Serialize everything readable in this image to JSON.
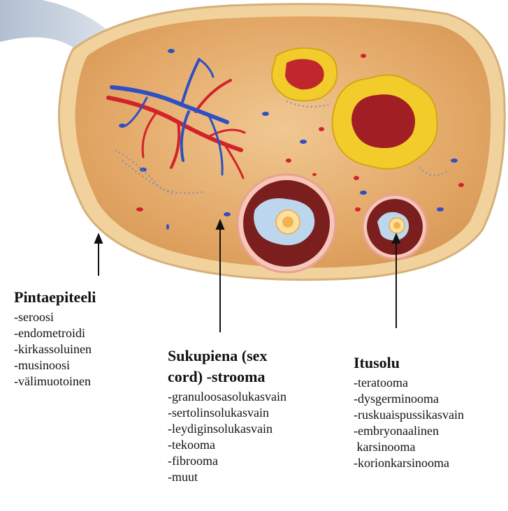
{
  "labels": {
    "pintaepiteeli": {
      "heading": "Pintaepiteeli",
      "items": [
        "-seroosi",
        "-endometroidi",
        "-kirkassoluinen",
        "-musinoosi",
        "-välimuotoinen"
      ]
    },
    "sukupiena": {
      "heading_line1": "Sukupiena (sex",
      "heading_line2": "cord) -strooma",
      "items": [
        "-granuloosasolukasvain",
        "-sertolinsolukasvain",
        "-leydiginsolukasvain",
        "-tekooma",
        "-fibrooma",
        "-muut"
      ]
    },
    "itusolu": {
      "heading": "Itusolu",
      "items": [
        "-teratooma",
        "-dysgerminooma",
        "-ruskuaispussikasvain",
        "-embryonaalinen",
        " karsinooma",
        "-korionkarsinooma"
      ]
    }
  },
  "colors": {
    "capsule": "#e8c89a",
    "stroma": "#e7b47a",
    "artery": "#d2232a",
    "vein": "#2f4fc4",
    "corpus_yellow": "#f2cc2a",
    "corpus_red": "#c0272d",
    "follicle_ring": "#7a1e1e",
    "follicle_antrum": "#bcd6ee"
  }
}
